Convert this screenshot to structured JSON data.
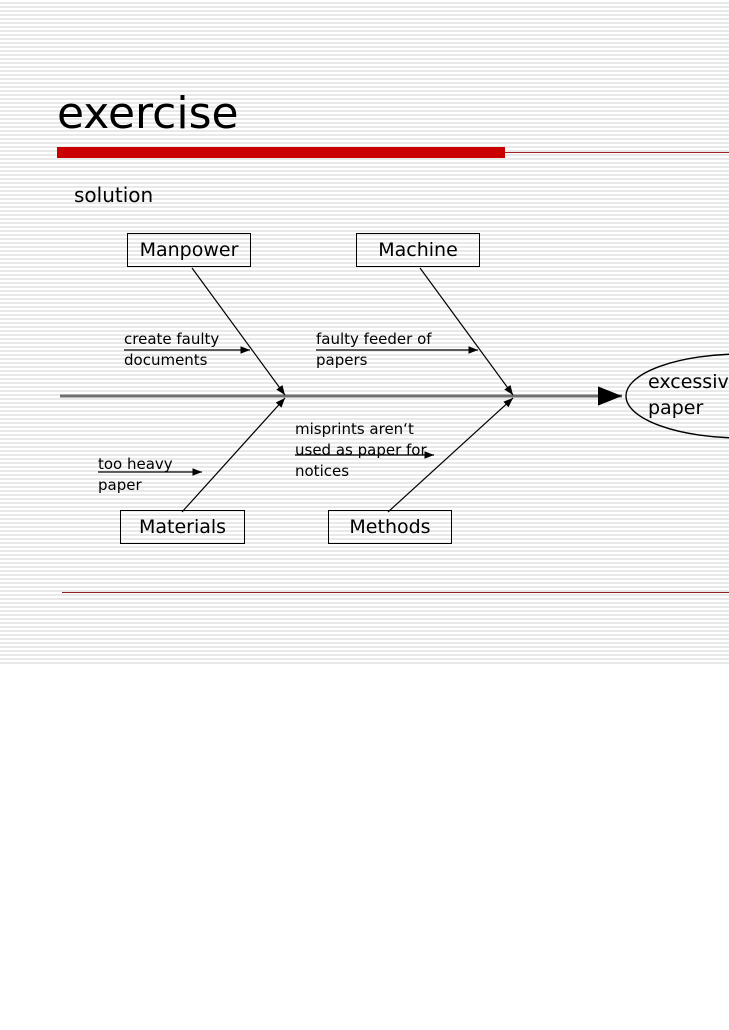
{
  "slide": {
    "title": "exercise",
    "subtitle": "solution",
    "accent_color_thick": "#ca0000",
    "accent_color_thin": "#9e2222",
    "bottom_rule_color": "#8c2323",
    "background_color": "#ffffff"
  },
  "diagram": {
    "type": "fishbone",
    "spine_color": "#6e6e6e",
    "line_color": "#000000",
    "categories": [
      {
        "id": "manpower",
        "label": "Manpower",
        "position": "top-left"
      },
      {
        "id": "machine",
        "label": "Machine",
        "position": "top-right"
      },
      {
        "id": "materials",
        "label": "Materials",
        "position": "bottom-left"
      },
      {
        "id": "methods",
        "label": "Methods",
        "position": "bottom-right"
      }
    ],
    "causes": [
      {
        "id": "cause-1",
        "category": "manpower",
        "label": "create faulty\ndocuments"
      },
      {
        "id": "cause-2",
        "category": "machine",
        "label": "faulty feeder of\npapers"
      },
      {
        "id": "cause-3",
        "category": "materials",
        "label": "too heavy\npaper"
      },
      {
        "id": "cause-4",
        "category": "methods",
        "label": "misprints aren‘t\nused as paper for\nnotices"
      }
    ],
    "effect": {
      "id": "effect",
      "label": "excessiv\npaper",
      "shape": "ellipse",
      "clipped_at_right_edge": true
    }
  }
}
